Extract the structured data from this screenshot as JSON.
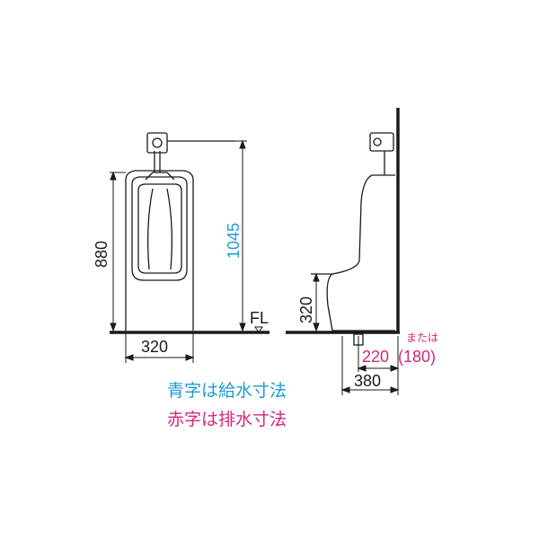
{
  "colors": {
    "supply": "#1e9ad6",
    "drain": "#d6257a",
    "line": "#1a1a1a"
  },
  "front_view": {
    "width_label": "320",
    "height_label": "880",
    "supply_height_label": "1045",
    "floor_label": "FL"
  },
  "side_view": {
    "drain_height_label": "320",
    "depth_label": "380",
    "drain_offset_label": "220",
    "drain_offset_alt_label": "(180)",
    "alt_note": "または"
  },
  "legend": {
    "supply_note": "青字は給水寸法",
    "drain_note": "赤字は排水寸法"
  }
}
